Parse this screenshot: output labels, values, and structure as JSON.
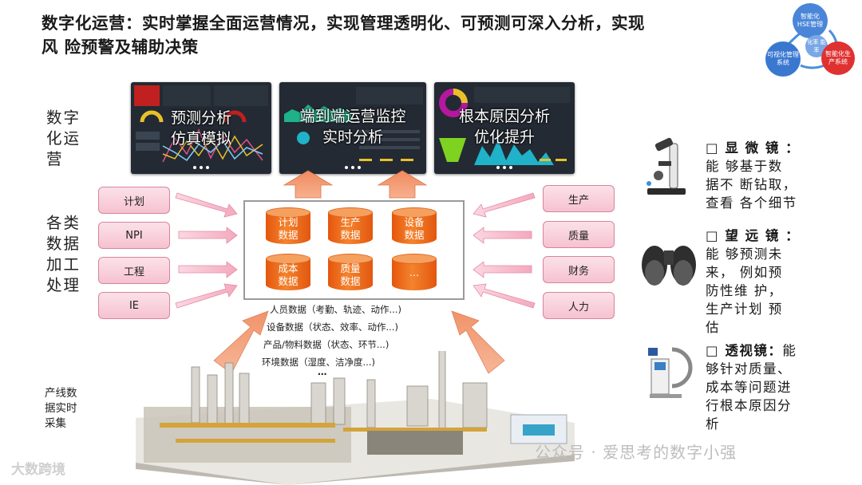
{
  "title": {
    "line1": "数字化运营：实时掌握全面运营情况，实现管理透明化、可预测可深入分析，实现",
    "line2": "风 险预警及辅助决策"
  },
  "cycle": {
    "top": "智能化HSE管理",
    "middle": "化率 能率",
    "left": "可视化管理系统",
    "right": "智能化生产系统"
  },
  "dashboards": [
    {
      "line1": "预测分析",
      "line2": "仿真模拟"
    },
    {
      "line1": "端到端运营监控",
      "line2": "实时分析"
    },
    {
      "line1": "根本原因分析",
      "line2": "优化提升"
    }
  ],
  "side_labels": {
    "ops": [
      "数字",
      "化运",
      "营"
    ],
    "process": [
      "各类",
      "数据",
      "加工",
      "处理"
    ],
    "collect": [
      "产线数",
      "据实时",
      "采集"
    ]
  },
  "left_boxes": [
    "计划",
    "NPI",
    "工程",
    "IE"
  ],
  "right_boxes": [
    "生产",
    "质量",
    "财务",
    "人力"
  ],
  "cylinders": [
    {
      "l1": "计划",
      "l2": "数据"
    },
    {
      "l1": "生产",
      "l2": "数据"
    },
    {
      "l1": "设备",
      "l2": "数据"
    },
    {
      "l1": "成本",
      "l2": "数据"
    },
    {
      "l1": "质量",
      "l2": "数据"
    },
    {
      "l1": "…",
      "l2": ""
    }
  ],
  "data_lines": [
    "人员数据（考勤、轨迹、动作...)",
    "设备数据（状态、效率、动作...)",
    "产品/物料数据（状态、环节...)",
    "环境数据（湿度、洁净度...)",
    "…"
  ],
  "right_items": [
    {
      "head": "□ 显 微 镜 ：",
      "body": [
        "能 够基于数",
        "据不 断钻取，",
        "查看 各个细节"
      ]
    },
    {
      "head": "□ 望 远 镜 ：",
      "body": [
        "能 够预测未",
        "来， 例如预",
        "防性维 护，",
        "生产计划 预",
        "估"
      ]
    },
    {
      "head": "□ 透视镜：",
      "body_first": "能",
      "body": [
        "够针对质量、",
        "成本等问题进",
        "行根本原因分",
        "析"
      ]
    }
  ],
  "watermarks": {
    "wechat": "公众号 · 爱思考的数字小强",
    "brand": "大数跨境"
  }
}
